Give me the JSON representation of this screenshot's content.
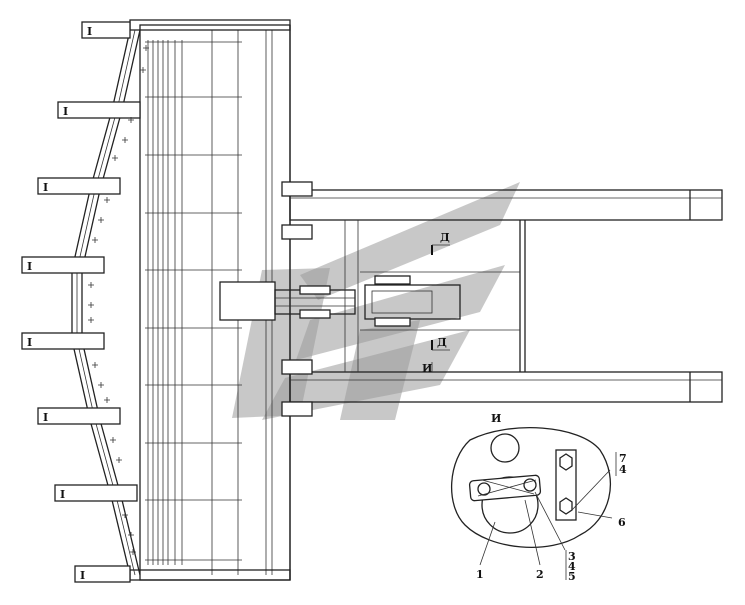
{
  "diagram": {
    "section_marks": {
      "d_top": "Д",
      "d_bottom": "Д",
      "i_mark": "И"
    },
    "detail_title": "И",
    "callouts": [
      "1",
      "2",
      "3",
      "4",
      "5",
      "6",
      "7",
      "4"
    ],
    "tooth_label": "I",
    "colors": {
      "line": "#222222",
      "watermark": "#9a9a9a",
      "background": "#ffffff"
    }
  }
}
